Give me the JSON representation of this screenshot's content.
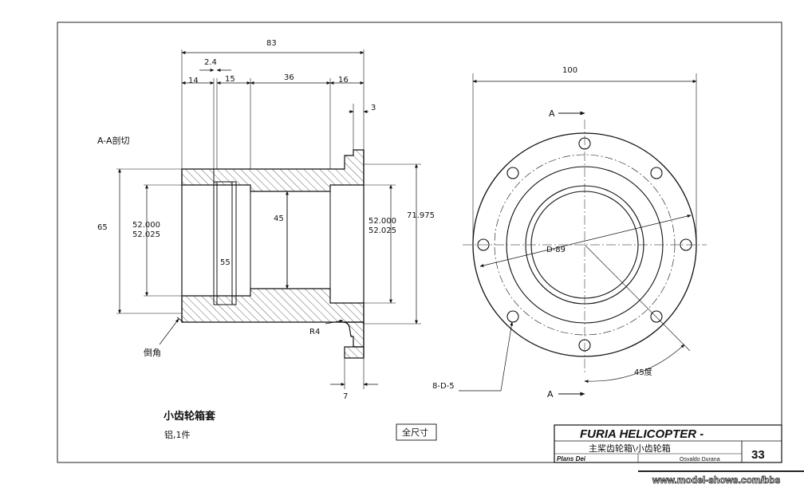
{
  "dimensions": {
    "d_83": "83",
    "d_2_4": "2.4",
    "d_14": "14",
    "d_15": "15",
    "d_36": "36",
    "d_16": "16",
    "d_3": "3",
    "d_65": "65",
    "d_52_000_l": "52.000",
    "d_52_025_l": "52.025",
    "d_45": "45",
    "d_52_000_r": "52.000",
    "d_52_025_r": "52.025",
    "d_71_975": "71.975",
    "d_55": "55",
    "d_R4": "R4",
    "d_7": "7",
    "d_100": "100",
    "d_D89": "D-89",
    "d_45deg": "45度",
    "d_8D5": "8-D-5"
  },
  "labels": {
    "section_label": "A-A剖切",
    "chamfer_label": "倒角",
    "section_mark_top": "A",
    "section_mark_bottom": "A",
    "part_name": "小齿轮箱套",
    "material": "铝,1件",
    "scale_box": "全尺寸"
  },
  "title_block": {
    "project": "FURIA HELICOPTER -",
    "subtitle": "主桨齿轮箱\\小齿轮箱",
    "plans_label": "Plans Dei",
    "author": "Osvaldo Durana",
    "sheet_number": "33"
  },
  "watermark": "www.model-shows.com/bbs"
}
